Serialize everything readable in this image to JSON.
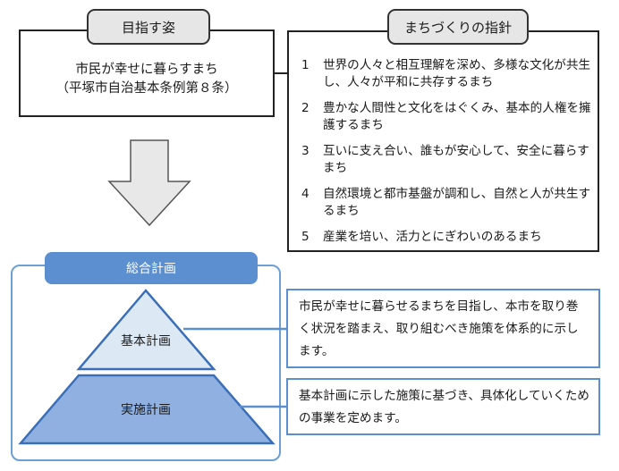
{
  "vision": {
    "tab_label": "目指す姿",
    "line1": "市民が幸せに暮らすまち",
    "line2": "（平塚市自治基本条例第８条）"
  },
  "guidelines": {
    "tab_label": "まちづくりの指針",
    "items": [
      {
        "num": "1",
        "text": "世界の人々と相互理解を深め、多様な文化が共生し、人々が平和に共存するまち"
      },
      {
        "num": "2",
        "text": "豊かな人間性と文化をはぐくみ、基本的人権を擁護するまち"
      },
      {
        "num": "3",
        "text": "互いに支え合い、誰もが安心して、安全に暮らすまち"
      },
      {
        "num": "4",
        "text": "自然環境と都市基盤が調和し、自然と人が共生するまち"
      },
      {
        "num": "5",
        "text": "産業を培い、活力とにぎわいのあるまち"
      }
    ]
  },
  "plan": {
    "tab_label": "総合計画",
    "basic_label": "基本計画",
    "implementation_label": "実施計画",
    "basic_description": "市民が幸せに暮らせるまちを目指し、本市を取り巻く状況を踏まえ、取り組むべき施策を体系的に示します。",
    "implementation_description": "基本計画に示した施策に基づき、具体化していくための事業を定めます。"
  },
  "colors": {
    "tab_gray": "#e6e6e6",
    "plan_blue": "#5b8fd0",
    "frame_blue": "#6c9fd6",
    "pyramid_top_fill": "#dde8f5",
    "pyramid_bottom_fill": "#8fb0e0",
    "pyramid_stroke": "#3a6fb8",
    "arrow_fill": "#e8e8e8"
  }
}
